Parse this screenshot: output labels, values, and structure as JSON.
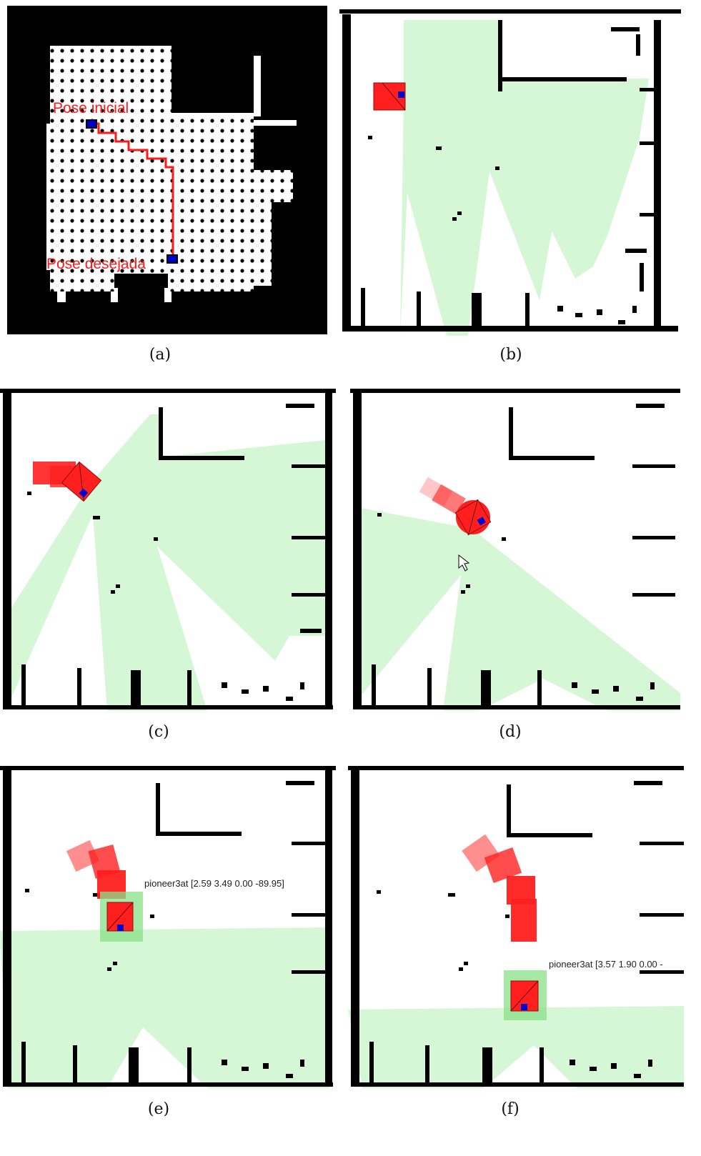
{
  "panels": {
    "a": {
      "caption": "(a)",
      "label_start": "Pose inicial",
      "label_goal": "Pose desejada",
      "path_color": "#ff1a1a",
      "marker_color": "#0000c8"
    },
    "b": {
      "caption": "(b)"
    },
    "c": {
      "caption": "(c)"
    },
    "d": {
      "caption": "(d)"
    },
    "e": {
      "caption": "(e)",
      "robot_label": "pioneer3at [2.59 3.49 0.00 -89.95]"
    },
    "f": {
      "caption": "(f)",
      "robot_label": "pioneer3at [3.57 1.90 0.00 -"
    }
  },
  "colors": {
    "robot": "#ff1f1f",
    "robot_marker": "#0000d0",
    "laser": "#d6f7d6",
    "goal_box": "#88e088",
    "wall": "#000000",
    "background_a": "#000000"
  },
  "icons": {
    "cursor": "mouse-pointer-icon"
  }
}
